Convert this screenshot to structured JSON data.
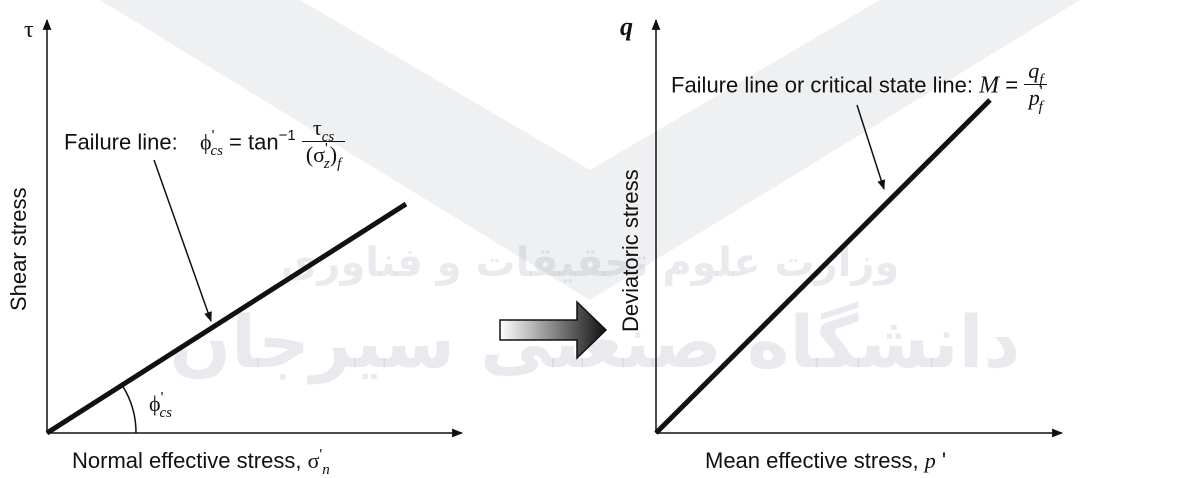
{
  "watermark": {
    "line1": "وزارت علوم تحقیقات و فناوری",
    "line2": "دانشگاه صنعتی سیرجان"
  },
  "left_chart": {
    "y_axis_symbol": "τ",
    "y_axis_title": "Shear stress",
    "x_axis_title": "Normal effective stress, ",
    "x_axis_symbol": "σ",
    "x_axis_prime": "'",
    "x_axis_sub": "n",
    "annotation_prefix": "Failure line:",
    "phi": "ϕ",
    "prime": "'",
    "sub_cs": "cs",
    "equals_tan": " = tan",
    "inverse": "−1",
    "tau": "τ",
    "sigma": "(σ",
    "sigma_sub_z": "z",
    "paren_close": ")",
    "sub_f": "f"
  },
  "right_chart": {
    "y_axis_symbol": "q",
    "y_axis_title": "Deviatoric stress",
    "x_axis_title": "Mean effective stress, ",
    "x_axis_symbol": "p",
    "x_axis_prime": " '",
    "annotation_prefix": "Failure line or critical state line: ",
    "M": "M",
    "equals": " = ",
    "q": "q",
    "sub_f": "f",
    "p": "p",
    "prime": "'"
  },
  "colors": {
    "ink": "#111111",
    "watermark": "#9aa3b0",
    "arrow_dark": "#111111",
    "arrow_light": "#ffffff"
  }
}
